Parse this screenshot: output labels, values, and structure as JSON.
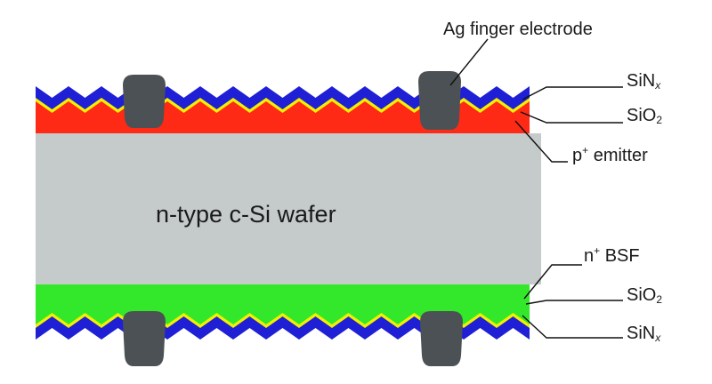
{
  "wafer": "n-type c-Si wafer",
  "electrode": "Ag finger electrode",
  "top_layers": [
    {
      "base": "SiN",
      "sub": "x",
      "sub_italic": true,
      "sup": ""
    },
    {
      "base": "SiO",
      "sub": "2",
      "sub_italic": false,
      "sup": ""
    },
    {
      "base": "p",
      "sup": "+",
      "sub": "",
      "sub_italic": false,
      "rest": " emitter"
    }
  ],
  "bottom_layers": [
    {
      "base": "n",
      "sup": "+",
      "sub": "",
      "sub_italic": false,
      "rest": " BSF"
    },
    {
      "base": "SiO",
      "sub": "2",
      "sub_italic": false,
      "sup": ""
    },
    {
      "base": "SiN",
      "sub": "x",
      "sub_italic": true,
      "sup": ""
    }
  ],
  "colors": {
    "wafer": "#c5cacb",
    "sinx": "#1f1fd6",
    "sio2": "#f4f000",
    "emitter": "#ff2a16",
    "bsf": "#33e82a",
    "electrode": "#4c5155",
    "leader": "#111111"
  }
}
